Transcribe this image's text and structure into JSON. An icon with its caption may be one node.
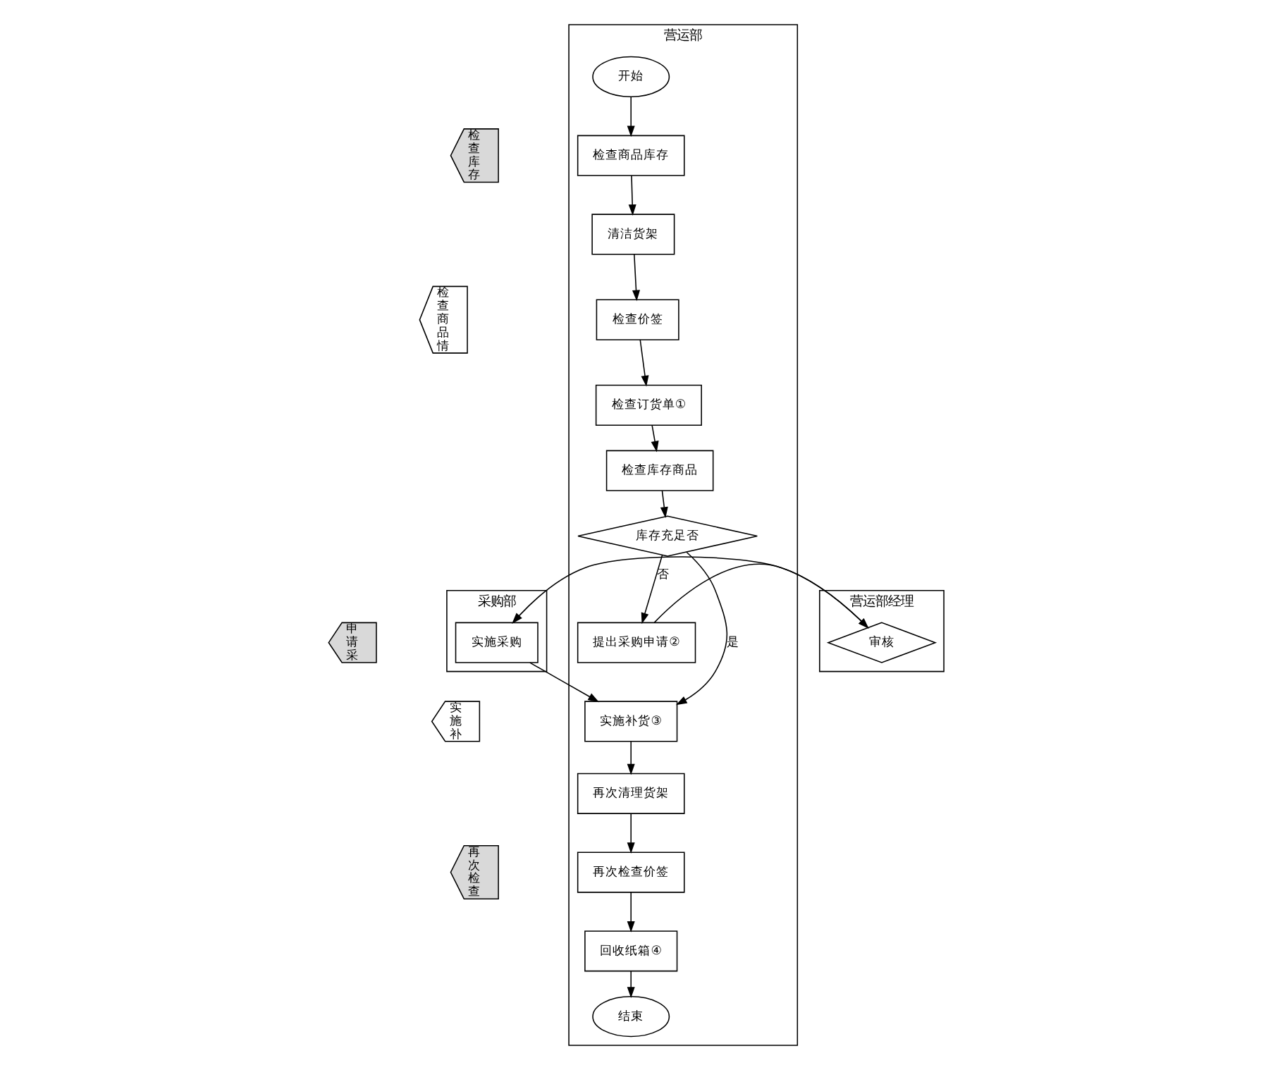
{
  "diagram": {
    "nodes": [
      {
        "text": [
          "采购部"
        ]
      },
      {
        "text": [
          "营运部经理"
        ]
      },
      {
        "text": [
          "营运部"
        ]
      },
      {
        "text": [
          "检查库存"
        ]
      },
      {
        "text": [
          "检查商品情"
        ]
      },
      {
        "text": [
          "申请采"
        ]
      },
      {
        "text": [
          "实施补"
        ]
      },
      {
        "text": [
          "再次检查"
        ]
      },
      {
        "text": [
          "开始"
        ],
        "in": 2
      },
      {
        "text": [
          "检查商品库存"
        ],
        "in": 2
      },
      {
        "text": [
          "清洁货架"
        ],
        "in": 2
      },
      {
        "text": [
          "检查价签"
        ],
        "in": 2
      },
      {
        "text": [
          "检查订货单①"
        ],
        "in": 2
      },
      {
        "text": [
          "检查库存商品"
        ],
        "in": 2
      },
      {
        "text": [
          "库存充足否"
        ],
        "in": 2
      },
      {
        "text": [
          "实施采购"
        ],
        "in": 0
      },
      {
        "text": [
          "审核"
        ],
        "in": 1
      },
      {
        "text": [
          "提出采购申请②"
        ],
        "in": 2
      },
      {
        "text": [
          "实施补货③"
        ],
        "in": 2
      },
      {
        "text": [
          "再次清理货架"
        ],
        "in": 2
      },
      {
        "text": [
          "再次检查价签"
        ],
        "in": 2
      },
      {
        "text": [
          "回收纸箱④"
        ],
        "in": 2
      },
      {
        "text": [
          "结束"
        ],
        "in": 2
      }
    ],
    "edges": [
      {
        "from": 8,
        "to": 9,
        "arrow": "to"
      },
      {
        "from": 9,
        "to": 10,
        "arrow": "to"
      },
      {
        "from": 10,
        "to": 11,
        "arrow": "to"
      },
      {
        "from": 11,
        "to": 12,
        "arrow": "to"
      },
      {
        "from": 12,
        "to": 13,
        "arrow": "to"
      },
      {
        "from": 13,
        "to": 14,
        "arrow": "to"
      },
      {
        "from": 14,
        "to": 17,
        "arrow": "to",
        "label": "否"
      },
      {
        "from": 14,
        "to": 18,
        "arrow": "to",
        "label": "是"
      },
      {
        "from": 17,
        "to": 16,
        "arrow": "to"
      },
      {
        "from": 16,
        "to": 15,
        "arrow": "to"
      },
      {
        "from": 15,
        "to": 18,
        "arrow": "to"
      },
      {
        "from": 18,
        "to": 19,
        "arrow": "to"
      },
      {
        "from": 19,
        "to": 20,
        "arrow": "to"
      },
      {
        "from": 20,
        "to": 21,
        "arrow": "to"
      },
      {
        "from": 21,
        "to": 22,
        "arrow": "to"
      }
    ]
  }
}
